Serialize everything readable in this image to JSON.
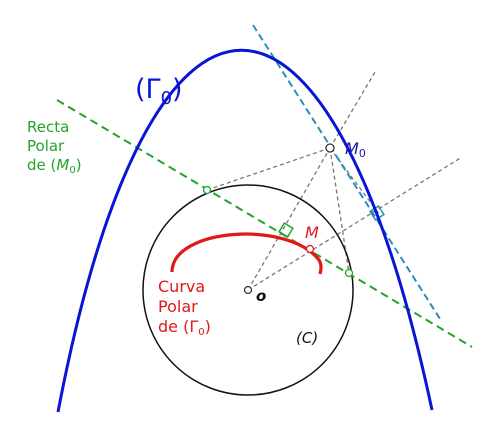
{
  "labels": {
    "gamma0": "(Γ",
    "gamma0_sub": "0",
    "gamma0_close": ")",
    "recta_line1": "Recta",
    "recta_line2": "Polar",
    "recta_line3_prefix": "de (",
    "recta_line3_m": "M",
    "recta_line3_sub": "0",
    "recta_line3_close": ")",
    "m0": "M",
    "m0_sub": "0",
    "m": "M",
    "o": "o",
    "circle_c": "(C)",
    "curva_line1": "Curva",
    "curva_line2": "Polar",
    "curva_line3_prefix": "de (Γ",
    "curva_line3_sub": "0",
    "curva_line3_close": ")"
  },
  "colors": {
    "gamma0_curve": "#0a14d6",
    "polar_line": "#22a32a",
    "tangent_line": "#2a8fb8",
    "polar_curve": "#e01818",
    "circle": "#111111",
    "construction": "#777777",
    "m0_label": "#1a1aa8",
    "m_label": "#e01818",
    "recta_label": "#22a32a"
  }
}
